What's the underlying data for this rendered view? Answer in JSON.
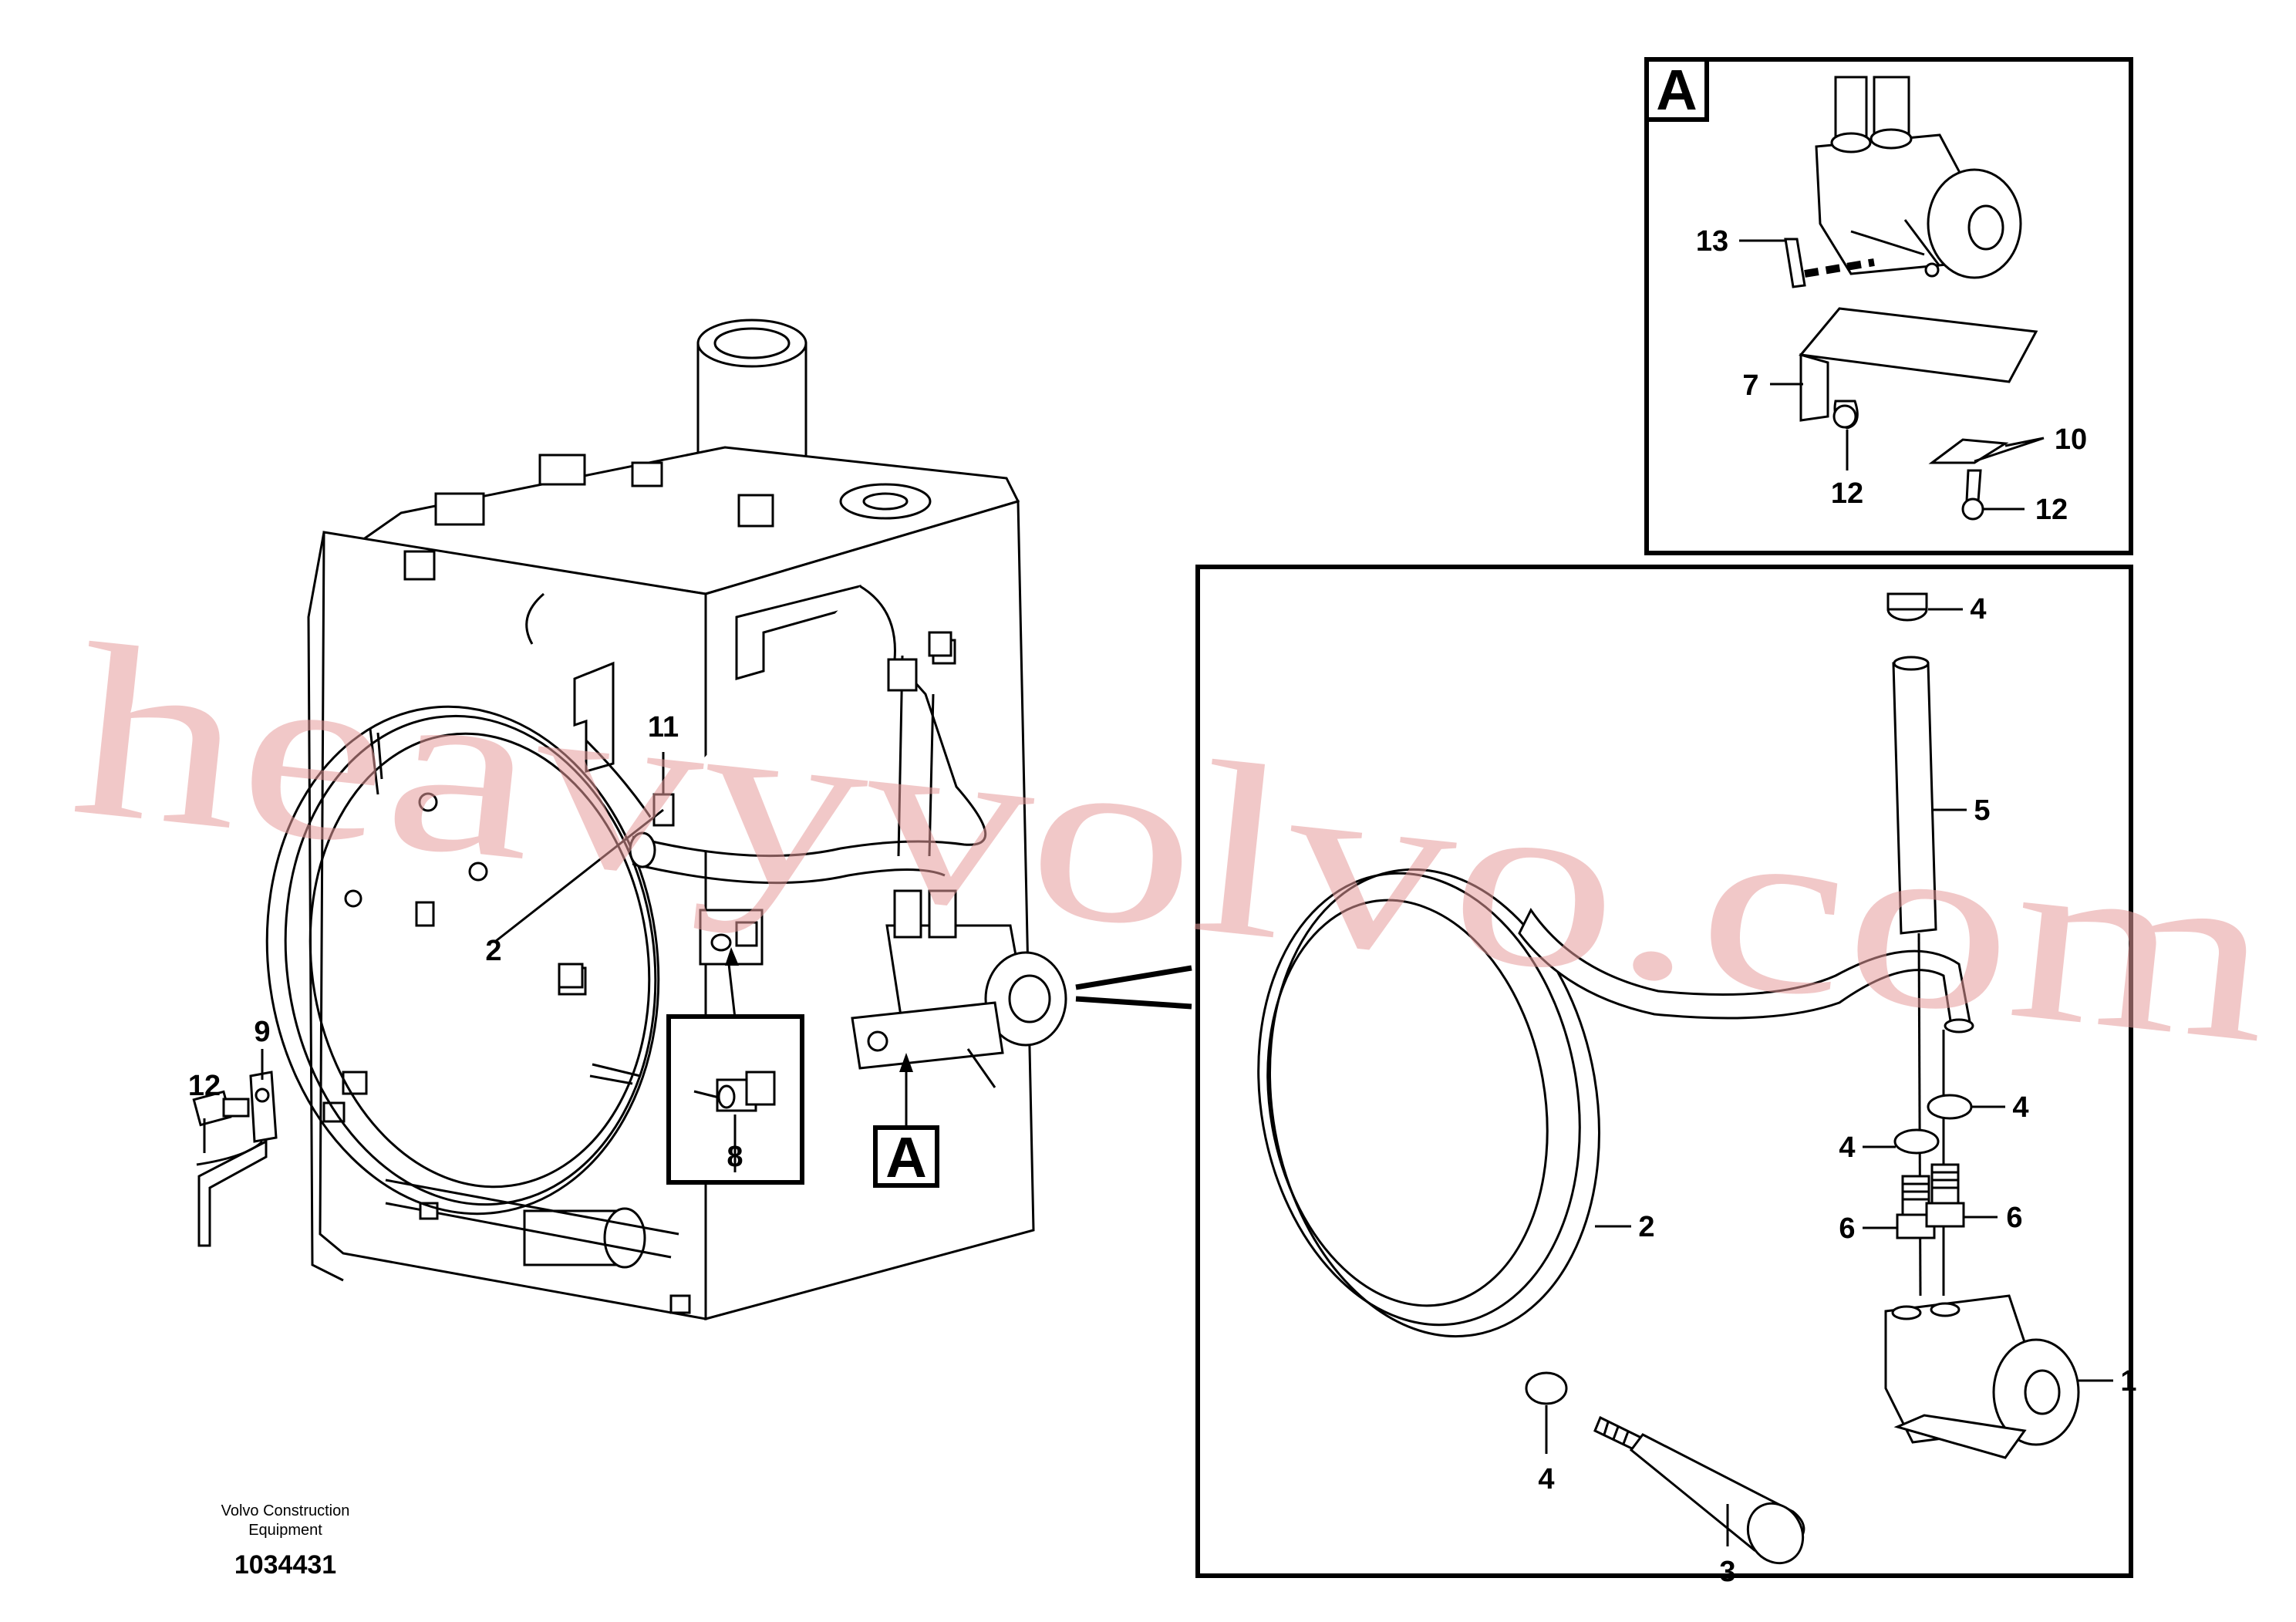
{
  "detail_marker": "A",
  "callouts": {
    "c1": "1",
    "c2a": "2",
    "c2b": "2",
    "c3": "3",
    "c4a": "4",
    "c4b": "4",
    "c4c": "4",
    "c4d": "4",
    "c5": "5",
    "c6a": "6",
    "c6b": "6",
    "c7": "7",
    "c8": "8",
    "c9": "9",
    "c10": "10",
    "c11": "11",
    "c12a": "12",
    "c12b": "12",
    "c12c": "12",
    "c13": "13"
  },
  "credit": {
    "line1": "Volvo Construction",
    "line2": "Equipment"
  },
  "document_number": "1034431",
  "watermark": "heavyvolvo.com",
  "colors": {
    "ink": "#000000",
    "watermark": "#e59a9a"
  }
}
